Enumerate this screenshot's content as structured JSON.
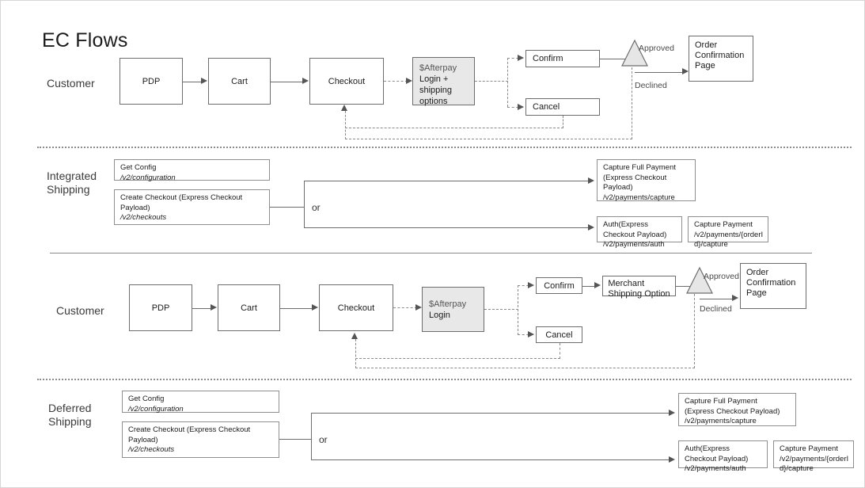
{
  "page": {
    "title": "EC Flows"
  },
  "lanes": {
    "customer_1": "Customer",
    "integrated_shipping": "Integrated\nShipping",
    "customer_2": "Customer",
    "deferred_shipping": "Deferred\nShipping"
  },
  "flow1": {
    "pdp": "PDP",
    "cart": "Cart",
    "checkout": "Checkout",
    "afterpay_brand": "$Afterpay",
    "afterpay_desc": "Login +\nshipping\noptions",
    "confirm": "Confirm",
    "cancel": "Cancel",
    "approved": "Approved",
    "declined": "Declined",
    "order_confirmation": "Order\nConfirmation\nPage"
  },
  "integrated": {
    "get_config_title": "Get Config",
    "get_config_path": "/v2/configuration",
    "create_checkout_title": "Create Checkout (Express Checkout\nPayload)",
    "create_checkout_path": "/v2/checkouts",
    "or": "or",
    "capture_full_title": "Capture Full Payment\n(Express Checkout\nPayload)",
    "capture_full_path": "/v2/payments/capture",
    "auth_title": "Auth(Express\nCheckout Payload)",
    "auth_path": "/v2/payments/auth",
    "capture_payment_title": "Capture Payment",
    "capture_payment_path": "/v2/payments/{orderI\nd}/capture"
  },
  "flow2": {
    "pdp": "PDP",
    "cart": "Cart",
    "checkout": "Checkout",
    "afterpay_brand": "$Afterpay",
    "afterpay_desc": "Login",
    "confirm": "Confirm",
    "merchant_shipping": "Merchant\nShipping Option",
    "cancel": "Cancel",
    "approved": "Approved",
    "declined": "Declined",
    "order_confirmation": "Order\nConfirmation\nPage"
  },
  "deferred": {
    "get_config_title": "Get Config",
    "get_config_path": "/v2/configuration",
    "create_checkout_title": "Create Checkout (Express Checkout\nPayload)",
    "create_checkout_path": "/v2/checkouts",
    "or": "or",
    "capture_full_title": "Capture Full Payment\n(Express Checkout Payload)",
    "capture_full_path": "/v2/payments/capture",
    "auth_title": "Auth(Express\nCheckout Payload)",
    "auth_path": "/v2/payments/auth",
    "capture_payment_title": "Capture Payment",
    "capture_payment_path": "/v2/payments/{orderI\nd}/capture"
  },
  "colors": {
    "node_border": "#6d6d6d",
    "afterpay_fill": "#e8e8e8",
    "decision_fill": "#e6e6e6",
    "dashed_line": "#8a8a8a",
    "text": "#1b1b1b"
  }
}
